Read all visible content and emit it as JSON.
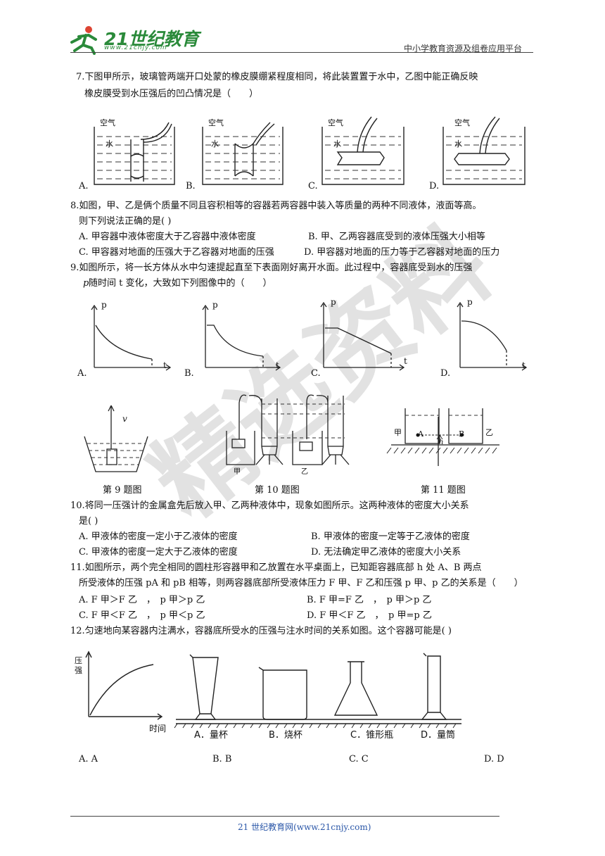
{
  "header": {
    "logo_text": "21世纪教育",
    "logo_url": "www.21cnjy.com",
    "right_text": "中小学教育资源及组卷应用平台"
  },
  "watermark": "精选资料",
  "q7": {
    "line1": "7.下图甲所示，玻璃管两端开口处蒙的橡皮膜绷紧程度相同，将此装置置于水中，乙图中能正确反映",
    "line2": "橡皮膜受到水压强后的凹凸情况是（　　）",
    "fig_air": "空气",
    "fig_water": "水",
    "opts": [
      "A.",
      "B.",
      "C.",
      "D."
    ]
  },
  "q8": {
    "line1": "8.如图，甲、乙是俩个质量不同且容积相等的容器若两容器中装入等质量的两种不同液体，液面等高。",
    "line2": "则下列说法正确的是(   )",
    "a": "A. 甲容器中液体密度大于乙容器中液体密度",
    "b": "B. 甲、乙两容器底受到的液体压强大小相等",
    "c": "C. 甲容器对地面的压强大于乙容器对地面的压强",
    "d": "D. 甲容器对地面的压力等于乙容器对地面的压力"
  },
  "q9": {
    "line1": "9.如图所示，将一长方体从水中匀速提起直至下表面刚好离开水面。此过程中，容器底受到水的压强",
    "line2_p": "p",
    "line2": " 随时间 t 变化，大致如下列图像中的（　　）",
    "axis_p": "p",
    "axis_t": "t",
    "opts": [
      "A.",
      "B.",
      "C.",
      "D."
    ],
    "fig_v": "v"
  },
  "captions": {
    "q9": "第 9 题图",
    "q10": "第 10 题图",
    "q11": "第 11 题图",
    "jia": "甲",
    "yi": "乙",
    "A": "A",
    "B": "B",
    "h": "h"
  },
  "q10": {
    "line1": "10.将同一压强计的金属盒先后放入甲、乙两种液体中，现象如图所示。这两种液体的密度大小关系",
    "line2": "是(   )",
    "a": "A. 甲液体的密度一定小于乙液体的密度",
    "b": "B. 甲液体的密度一定等于乙液体的密度",
    "c": "C. 甲液体的密度一定大于乙液体的密度",
    "d": "D. 无法确定甲乙液体的密度大小关系"
  },
  "q11": {
    "line1": "11.如图所示，两个完全相同的圆柱形容器甲和乙放置在水平桌面上，已知距容器底部 h 处 A、B 两点",
    "line2": "所受液体的压强 pA 和 pB 相等，则两容器底部所受液体压力 F 甲、F 乙和压强 p 甲、p 乙的关系是（　　）",
    "a": "A. F 甲＞F 乙　，　p 甲＞p 乙",
    "b": "B. F 甲=F 乙　，　p 甲＞p 乙",
    "c": "C. F 甲＜F 乙　，　p 甲＜p 乙",
    "d": "D. F 甲＜F 乙　，　p 甲=p 乙"
  },
  "q12": {
    "line1": "12.匀速地向某容器内注满水，容器底所受水的压强与注水时间的关系如图。这个容器可能是(   )",
    "y_label_1": "压",
    "y_label_2": "强",
    "x_label": "时间",
    "cap_a": "A．量杯",
    "cap_b": "B．烧杯",
    "cap_c": "C．锥形瓶",
    "cap_d": "D．量筒",
    "a": "A. A",
    "b": "B. B",
    "c": "C. C",
    "d": "D. D"
  },
  "footer": {
    "text": "21 世纪教育网(www.21cnjy.com)"
  }
}
